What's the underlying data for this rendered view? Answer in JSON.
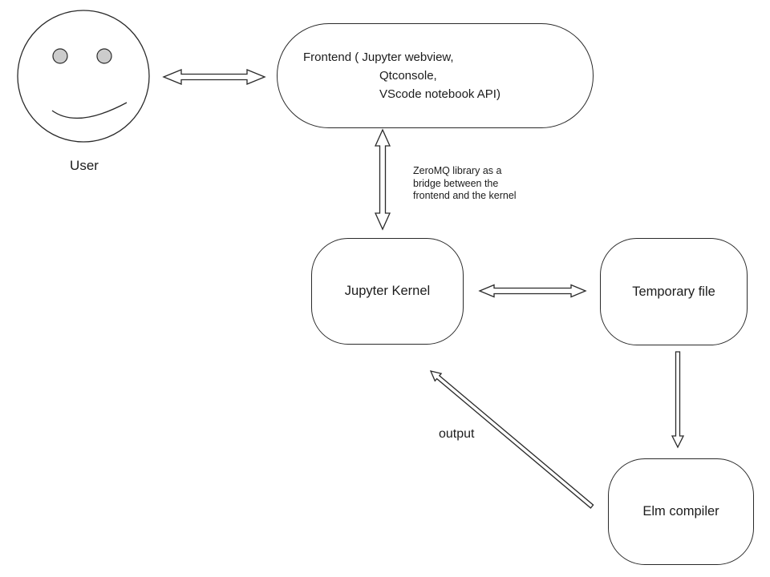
{
  "page": {
    "background": "#ffffff",
    "line_color": "#2a2a2a"
  },
  "nodes": {
    "user": {
      "label": "User"
    },
    "frontend": {
      "line1": "Frontend ( Jupyter webview,",
      "line2": "Qtconsole,",
      "line3": "VScode notebook API)"
    },
    "jupyter_kernel": {
      "label": "Jupyter Kernel"
    },
    "temporary_file": {
      "label": "Temporary file"
    },
    "elm_compiler": {
      "label": "Elm compiler"
    }
  },
  "annotations": {
    "zeromq_note": "ZeroMQ library as a\nbridge between the\nfrontend and the kernel",
    "output_label": "output"
  },
  "face": {
    "fill": "#ffffff",
    "eye_fill": "#cccccc"
  }
}
